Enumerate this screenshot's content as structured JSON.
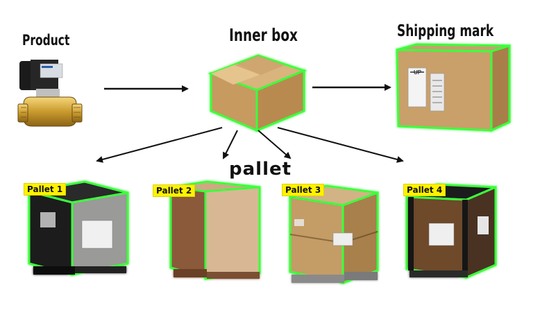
{
  "titles": {
    "product": "Product",
    "inner_box": "Inner box",
    "shipping_mark": "Shipping mark",
    "pallet": "pallet"
  },
  "pallets": [
    {
      "label": "Pallet 1"
    },
    {
      "label": "Pallet 2"
    },
    {
      "label": "Pallet 3"
    },
    {
      "label": "Pallet 4"
    }
  ],
  "shipping_label_text": "UP",
  "colors": {
    "highlight": "#3cff3c",
    "cardboard": "#c9a06a",
    "tag": "#fff200"
  }
}
